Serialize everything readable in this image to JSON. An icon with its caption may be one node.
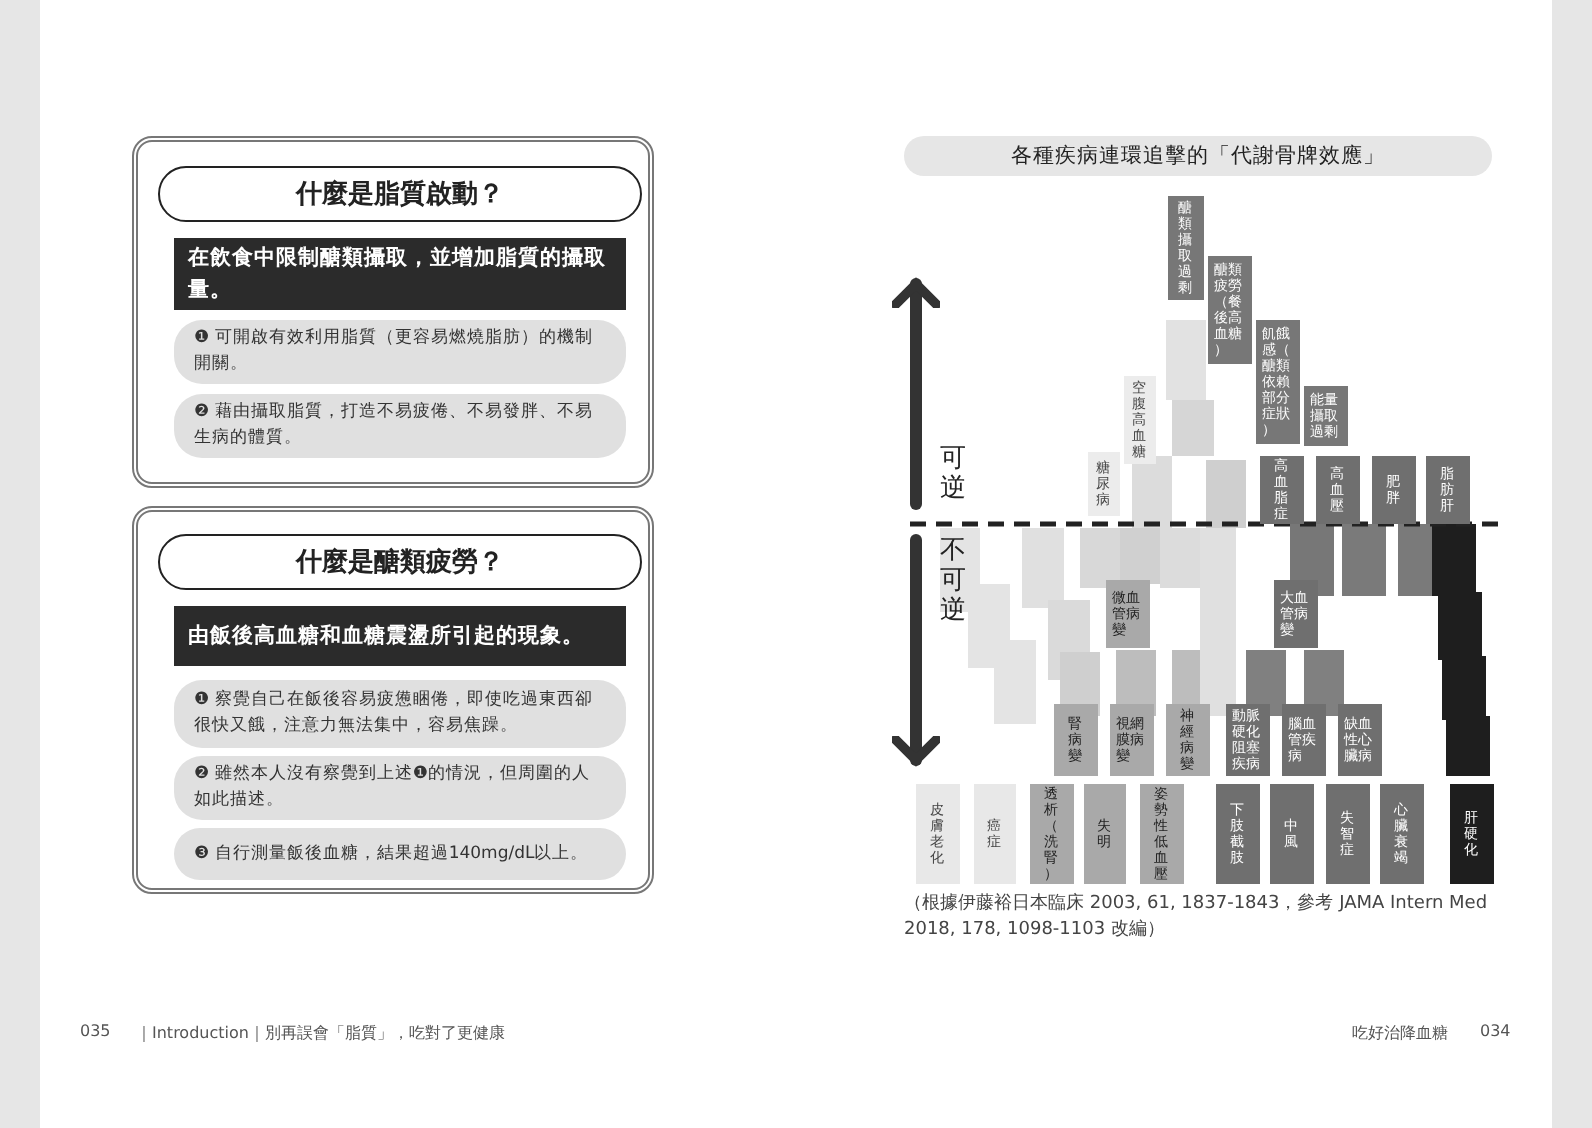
{
  "diagram": {
    "title": "各種疾病連環追擊的「代謝骨牌效應」",
    "nodes": [
      {
        "text": [],
        "shape": "box"
      },
      {
        "text": [
          "什麼是脂質啟動？"
        ],
        "in": 0
      },
      {
        "text": [
          "在飲食中限制醣類攝取，並增加脂質的攝取量。"
        ],
        "in": 0
      },
      {
        "text": [
          "❶ 可開啟有效利用脂質（更容易燃燒脂肪）的機制開關。"
        ],
        "in": 0
      },
      {
        "text": [
          "❷ 藉由攝取脂質，打造不易疲倦、不易發胖、不易生病的體質。"
        ],
        "in": 0
      },
      {
        "text": [],
        "shape": "box"
      },
      {
        "text": [
          "什麼是醣類疲勞？"
        ],
        "in": 5
      },
      {
        "text": [
          "由飯後高血糖和血糖震盪所引起的現象。"
        ],
        "in": 5
      },
      {
        "text": [
          "❶ 察覺自己在飯後容易疲憊睏倦，即使吃過東西卻很快又餓，注意力無法集中，容易焦躁。"
        ],
        "in": 5
      },
      {
        "text": [
          "❷ 雖然本人沒有察覺到上述❶的情況，但周圍的人如此描述。"
        ],
        "in": 5
      },
      {
        "text": [
          "❸ 自行測量飯後血糖，結果超過140mg/dL以上。"
        ],
        "in": 5
      },
      {
        "text": [
          "醣類攝取過剩"
        ]
      },
      {
        "text": [
          "醣類疲勞（餐後高血糖）"
        ]
      },
      {
        "text": [
          "飢餓感（醣類依賴部分症狀）"
        ]
      },
      {
        "text": [
          "空腹高血糖"
        ]
      },
      {
        "text": [
          "能量攝取過剩"
        ]
      },
      {
        "text": [
          "糖尿病"
        ]
      },
      {
        "text": [
          "高血脂症"
        ]
      },
      {
        "text": [
          "高血壓"
        ]
      },
      {
        "text": [
          "肥胖"
        ]
      },
      {
        "text": [
          "脂肪肝"
        ]
      },
      {
        "text": [
          "微血管病變"
        ]
      },
      {
        "text": [
          "大血管病變"
        ]
      },
      {
        "text": [
          "腎病變"
        ]
      },
      {
        "text": [
          "視網膜病變"
        ]
      },
      {
        "text": [
          "神經病變"
        ]
      },
      {
        "text": [
          "動脈硬化阻塞疾病"
        ]
      },
      {
        "text": [
          "腦血管疾病"
        ]
      },
      {
        "text": [
          "缺血性心臟病"
        ]
      },
      {
        "text": [
          "皮膚老化"
        ]
      },
      {
        "text": [
          "癌症"
        ]
      },
      {
        "text": [
          "透析（洗腎）"
        ]
      },
      {
        "text": [
          "失明"
        ]
      },
      {
        "text": [
          "姿勢性低血壓"
        ]
      },
      {
        "text": [
          "下肢截肢"
        ]
      },
      {
        "text": [
          "中風"
        ]
      },
      {
        "text": [
          "失智症"
        ]
      },
      {
        "text": [
          "心臟衰竭"
        ]
      },
      {
        "text": [
          "肝硬化"
        ]
      }
    ],
    "edges": [],
    "labels": [
      "可逆",
      "不可逆",
      "（根據伊藤裕日本臨床 2003, 61, 1837-1843，參考 JAMA Intern Med 2018, 178, 1098-1103 改編）",
      "035",
      "｜Introduction｜別再誤會「脂質」，吃對了更健康",
      "吃好治降血糖",
      "034"
    ]
  }
}
